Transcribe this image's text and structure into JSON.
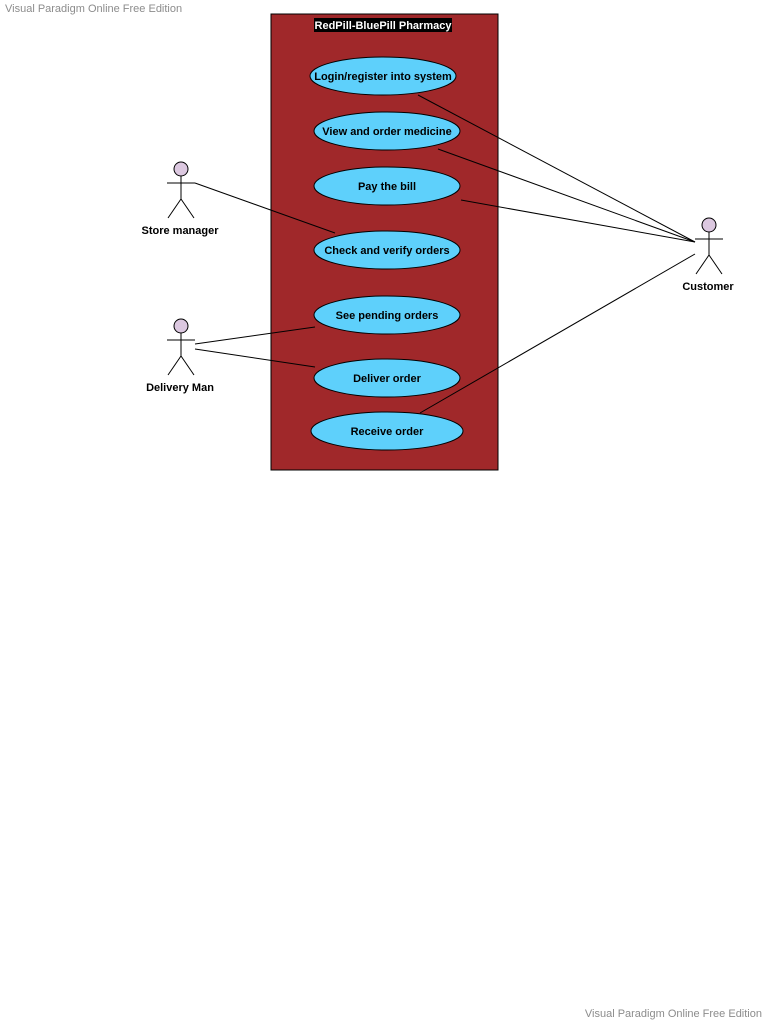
{
  "watermark": {
    "top": "Visual Paradigm Online Free Edition",
    "bottom": "Visual Paradigm Online Free Edition"
  },
  "colors": {
    "system_fill": "#a0282a",
    "use_case_fill": "#5ed0fb",
    "actor_head_fill": "#dcc8e0",
    "title_bg": "#000000"
  },
  "system": {
    "title": "RedPill-BluePill Pharmacy"
  },
  "use_cases": [
    "Login/register into system",
    "View and order medicine",
    "Pay the bill",
    "Check and verify orders",
    "See pending orders",
    "Deliver order",
    "Receive order"
  ],
  "actors": [
    "Store manager",
    "Delivery Man",
    "Customer"
  ]
}
